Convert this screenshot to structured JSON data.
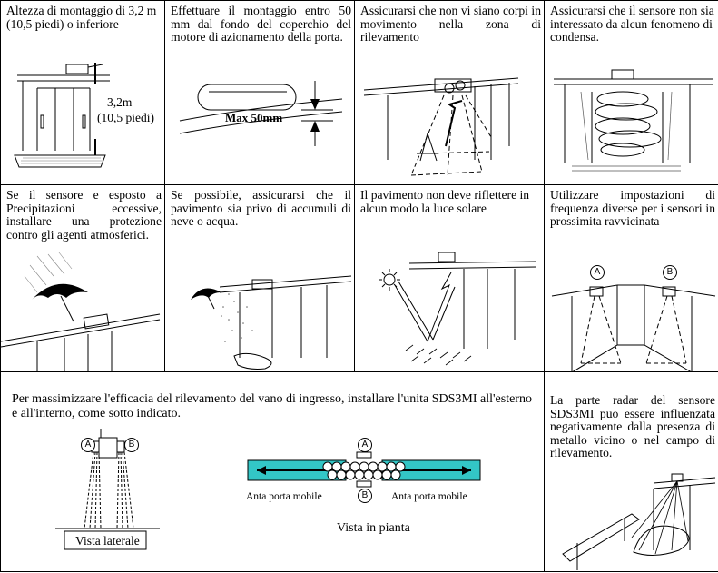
{
  "row1": [
    {
      "text": "Altezza di montaggio di 3,2 m (10,5 piedi) o inferiore",
      "label_height": "3,2m",
      "label_height_ft": "(10,5 piedi)"
    },
    {
      "text": "Effettuare il montaggio entro 50 mm dal fondo del coperchio del motore di azionamento della porta.",
      "label_max": "Max 50mm"
    },
    {
      "text": "Assicurarsi che non vi siano corpi in movimento nella zona di rilevamento"
    },
    {
      "text": "Assicurarsi che il sensore non sia interessato da alcun fenomeno di condensa."
    }
  ],
  "row2": [
    {
      "text": "Se il sensore e esposto a Precipitazioni eccessive, installare una protezione contro gli agenti atmosferici."
    },
    {
      "text": "Se possibile, assicurarsi che il pavimento sia privo di accumuli di neve o acqua."
    },
    {
      "text": "Il pavimento non deve riflettere in alcun modo la luce solare"
    },
    {
      "text": "Utilizzare impostazioni di frequenza diverse per i sensori in prossimita ravvicinata",
      "mark_a": "A",
      "mark_b": "B"
    }
  ],
  "row3": {
    "main_text": "Per massimizzare l'efficacia del rilevamento del vano di ingresso, installare l'unita SDS3MI all'esterno e all'interno, come sotto indicato.",
    "side_view_label": "Vista laterale",
    "plan_view_label": "Vista in pianta",
    "door_left_label": "Anta porta mobile",
    "door_right_label": "Anta porta mobile",
    "mark_a": "A",
    "mark_b": "B",
    "right_text": "La parte radar del sensore SDS3MI puo essere influenzata negativamente dalla presenza di metallo vicino o nel campo di rilevamento."
  }
}
